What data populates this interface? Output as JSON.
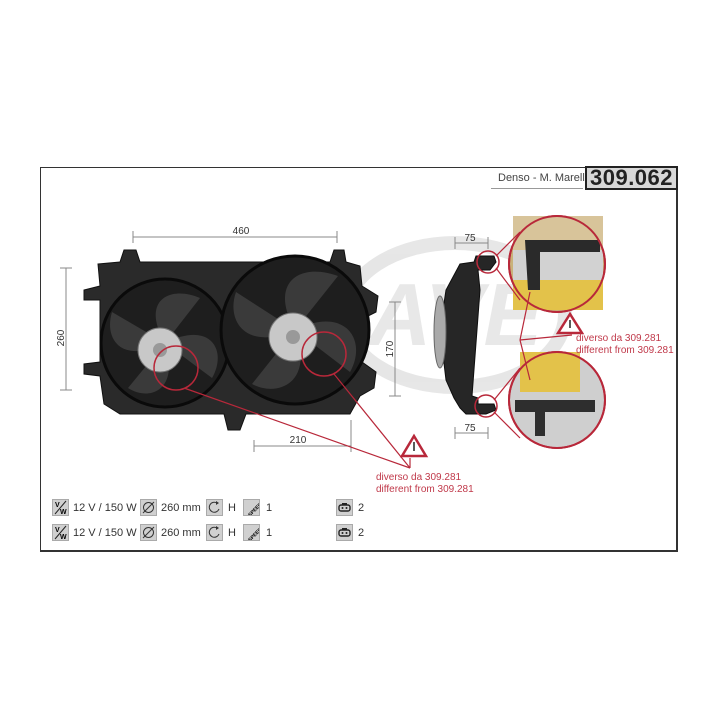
{
  "header": {
    "brand": "Denso - M. Marelli",
    "part_number": "309.062"
  },
  "watermark": {
    "logo_text": "AVE"
  },
  "dimensions": {
    "width": "460",
    "height": "260",
    "hub_offset": "210",
    "depth_170": "170",
    "side_top": "75",
    "side_bottom": "75"
  },
  "notes": [
    {
      "line1": "diverso da 309.281",
      "line2": "different from 309.281"
    },
    {
      "line1": "diverso da 309.281",
      "line2": "different from 309.281"
    }
  ],
  "specs": [
    {
      "voltage_power": "12 V / 150 W",
      "diameter": "260 mm",
      "rotation": "H",
      "speed": "1",
      "connector_pins": "2"
    },
    {
      "voltage_power": "12 V / 150 W",
      "diameter": "260 mm",
      "rotation": "H",
      "speed": "1",
      "connector_pins": "2"
    }
  ],
  "icons": {
    "voltage": "volt-watt-icon",
    "diameter": "diameter-icon",
    "rotation": "rotation-direction-icon",
    "speed": "speed-icon",
    "connector": "connector-icon",
    "warning": "warning-triangle-icon"
  },
  "colors": {
    "accent_red": "#b8283a",
    "frame": "#333333",
    "icon_bg": "#d0d0d0",
    "watermark": "#e6e6e6"
  }
}
